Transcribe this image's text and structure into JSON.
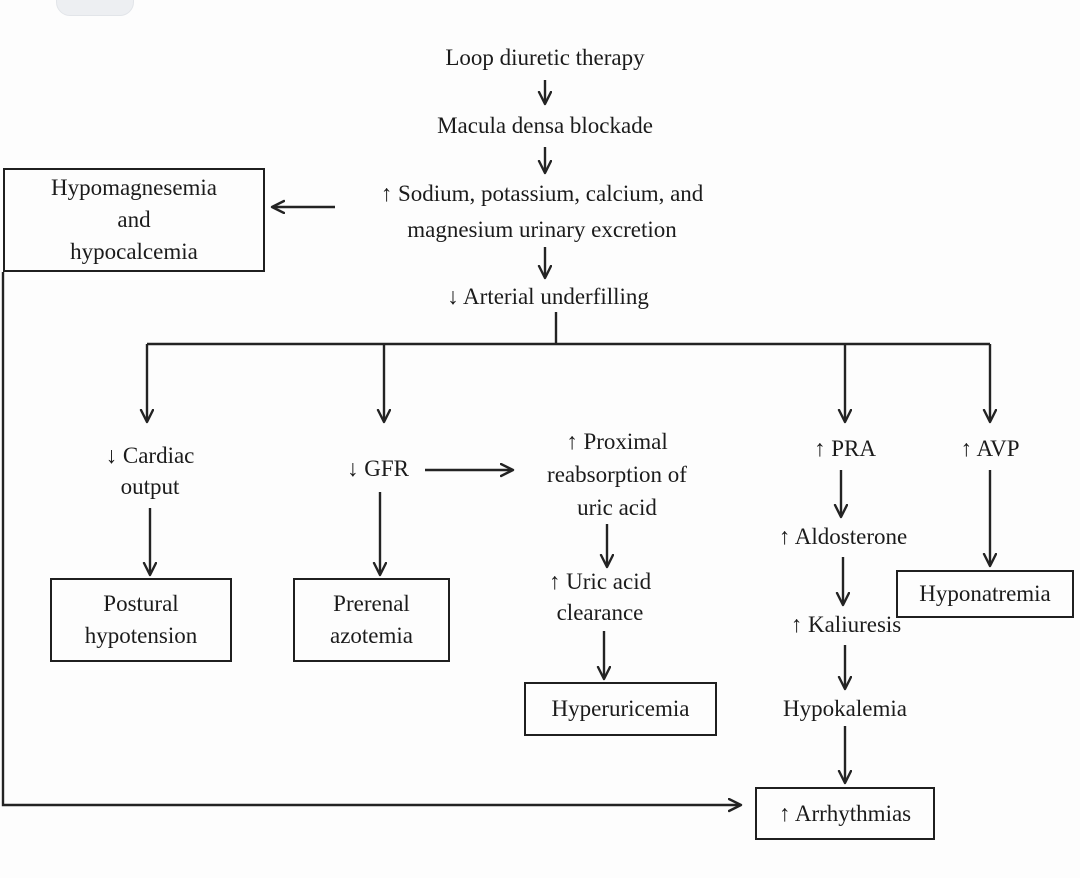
{
  "colors": {
    "background": "#fdfdfd",
    "line": "#232323",
    "text": "#1b1b1b",
    "box_border": "#1f1f1f"
  },
  "nodes": {
    "loop_diuretic_therapy": "Loop diuretic therapy",
    "macula_densa_blockade": "Macula densa blockade",
    "urinary_excretion": [
      "↑ Sodium, potassium, calcium, and",
      "magnesium urinary excretion"
    ],
    "hypomagnesemia_hypocalcemia": [
      "Hypomagnesemia",
      "and",
      "hypocalcemia"
    ],
    "arterial_underfilling": "↓ Arterial underfilling",
    "cardiac_output": [
      "↓ Cardiac",
      "output"
    ],
    "gfr": "↓ GFR",
    "proximal_reabsorption": [
      "↑ Proximal",
      "reabsorption of",
      "uric acid"
    ],
    "uric_acid_clearance": [
      "↑ Uric acid",
      "clearance"
    ],
    "postural_hypotension": [
      "Postural",
      "hypotension"
    ],
    "prerenal_azotemia": [
      "Prerenal",
      "azotemia"
    ],
    "hyperuricemia": "Hyperuricemia",
    "pra": "↑ PRA",
    "aldosterone": "↑ Aldosterone",
    "kaliuresis": "↑ Kaliuresis",
    "hypokalemia": "Hypokalemia",
    "hyponatremia": "Hyponatremia",
    "avp": "↑ AVP",
    "arrhythmias": "↑ Arrhythmias"
  }
}
